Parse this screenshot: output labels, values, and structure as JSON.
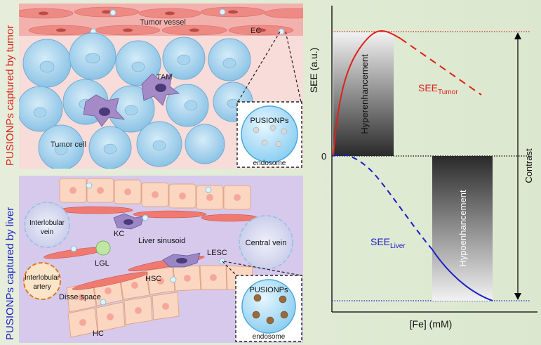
{
  "tumor_panel": {
    "side_label": "PUSIONPs captured by tumor",
    "vessel_label": "Tumor vessel",
    "ec_label": "EC",
    "tam_label": "TAM",
    "tumor_cell_label": "Tumor cell",
    "inset_title": "PUSIONPs",
    "inset_caption": "endosome"
  },
  "liver_panel": {
    "side_label": "PUSIONPs captured by liver",
    "interlobular_vein": [
      "Interlobular",
      "vein"
    ],
    "kc_label": "KC",
    "sinusoid_label": "Liver sinusoid",
    "central_vein": "Central vein",
    "lesc_label": "LESC",
    "lgl_label": "LGL",
    "interlobular_artery": [
      "Interlobular",
      "artery"
    ],
    "hsc_label": "HSC",
    "disse_label": "Disse space",
    "hc_label": "HC",
    "inset_title": "PUSIONPs",
    "inset_caption": "endosome"
  },
  "chart": {
    "ylabel": "SEE (a.u.)",
    "xlabel": "[Fe] (mM)",
    "zero_label": "0",
    "hyper_label": "Hyperenhancement",
    "hypo_label": "Hypoenhancement",
    "contrast_label": "Contrast",
    "tumor_series_main": "SEE",
    "tumor_series_sub": "Tumor",
    "liver_series_main": "SEE",
    "liver_series_sub": "Liver"
  },
  "colors": {
    "tumor_red": "#e0201a",
    "liver_blue": "#1a1fc8",
    "tumor_panel_bg": "#f6d9d6",
    "liver_panel_bg": "#d9cfee"
  }
}
